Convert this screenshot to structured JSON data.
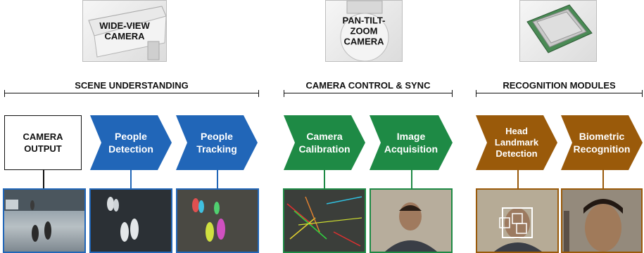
{
  "hardware": [
    {
      "lines": [
        "WIDE-VIEW",
        "CAMERA"
      ],
      "icon": "surveillance-camera"
    },
    {
      "lines": [
        "PAN-TILT-",
        "ZOOM",
        "CAMERA"
      ],
      "icon": "ptz-dome-camera"
    },
    {
      "icon": "cpu-chip"
    }
  ],
  "sections": [
    {
      "label": "SCENE UNDERSTANDING"
    },
    {
      "label": "CAMERA CONTROL & SYNC"
    },
    {
      "label": "RECOGNITION MODULES"
    }
  ],
  "output_box": {
    "lines": [
      "CAMERA",
      "OUTPUT"
    ]
  },
  "stages": [
    {
      "lines": [
        "People",
        "Detection"
      ],
      "color": "#2166b8"
    },
    {
      "lines": [
        "People",
        "Tracking"
      ],
      "color": "#2166b8"
    },
    {
      "lines": [
        "Camera",
        "Calibration"
      ],
      "color": "#1e8a45"
    },
    {
      "lines": [
        "Image",
        "Acquisition"
      ],
      "color": "#1e8a45"
    },
    {
      "lines": [
        "Head",
        "Landmark",
        "Detection"
      ],
      "color": "#9a5a0a"
    },
    {
      "lines": [
        "Biometric",
        "Recognition"
      ],
      "color": "#9a5a0a"
    }
  ],
  "colors": {
    "blue": "#2166b8",
    "green": "#1e8a45",
    "brown": "#9a5a0a",
    "black": "#111111"
  },
  "thumbnails": [
    {
      "scene": "outdoor-snow-surveillance",
      "border": "#2166b8"
    },
    {
      "scene": "people-detection-masks",
      "border": "#2166b8"
    },
    {
      "scene": "people-tracking-colored",
      "border": "#2166b8"
    },
    {
      "scene": "calibration-motion-vectors",
      "border": "#1e8a45"
    },
    {
      "scene": "acquired-face",
      "border": "#1e8a45"
    },
    {
      "scene": "head-landmark-boxes",
      "border": "#9a5a0a"
    },
    {
      "scene": "biometric-face-closeup",
      "border": "#9a5a0a"
    }
  ]
}
